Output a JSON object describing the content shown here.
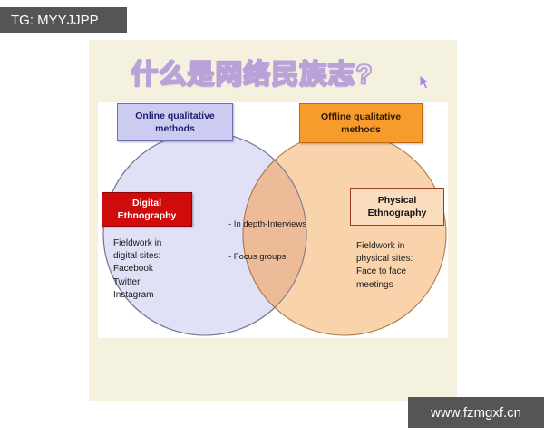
{
  "watermarks": {
    "top_left": "TG: MYYJJPP",
    "bottom_right": "www.fzmgxf.cn"
  },
  "slide": {
    "title": "什么是网络民族志?",
    "title_fill_color": "#f2f0d8",
    "title_outline_color": "#b9a2d8",
    "panel_color": "#f4f1de"
  },
  "cursor": {
    "icon": "arrow-pointer-icon",
    "color": "#9b7bc8"
  },
  "diagram": {
    "type": "venn",
    "left_circle": {
      "header_label": "Online qualitative\nmethods",
      "header_fill": "#ccccf2",
      "header_border": "#6f6fb5",
      "header_text_color": "#1c1c6b",
      "circle_fill": "#e0e0f6",
      "circle_stroke": "#7a7a8e",
      "emphasis_label": "Digital\nEthnography",
      "emphasis_fill": "#d00b0b",
      "emphasis_text_color": "#ffffff",
      "body_text": "Fieldwork in\ndigital sites:\nFacebook\nTwitter\nInstagram"
    },
    "right_circle": {
      "header_label": "Offline qualitative\nmethods",
      "header_fill": "#f79b2c",
      "header_border": "#c06a10",
      "header_text_color": "#2b1a05",
      "circle_fill": "#f9d3ab",
      "circle_stroke": "#b07a50",
      "emphasis_label": "Physical\nEthnography",
      "emphasis_fill": "#fadcbe",
      "emphasis_border": "#9e3b22",
      "emphasis_text_color": "#111111",
      "body_text": "Fieldwork in\nphysical sites:\nFace to face\nmeetings"
    },
    "overlap": {
      "fill": "#eebb99",
      "body_text": "- In depth-Interviews\n\n- Focus groups"
    }
  }
}
